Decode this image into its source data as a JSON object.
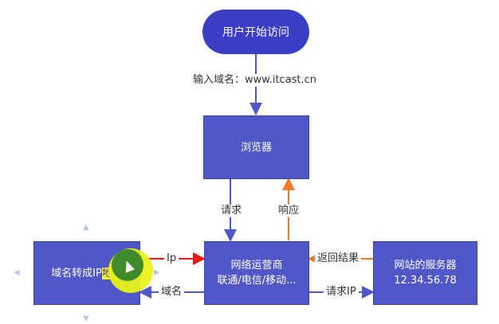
{
  "nodes": {
    "start": "用户开始访问",
    "browser": "浏览器",
    "isp_line1": "网络运营商",
    "isp_line2": "联通/电信/移动...",
    "dns_prefix": "域名转成IP",
    "dns_highlight": "地址",
    "server_line1": "网站的服务器",
    "server_line2": "12.34.56.78"
  },
  "edges": {
    "input_domain": "输入域名：www.itcast.cn",
    "request": "请求",
    "response": "响应",
    "ip": "Ip",
    "domain": "域名",
    "return_result": "返回结果",
    "request_ip": "请求IP"
  },
  "colors": {
    "node_fill": "#5058c8",
    "start_fill": "#3a3ec4",
    "arrow_blue": "#5058c8",
    "arrow_orange": "#f07a28",
    "arrow_red": "#e81818"
  }
}
